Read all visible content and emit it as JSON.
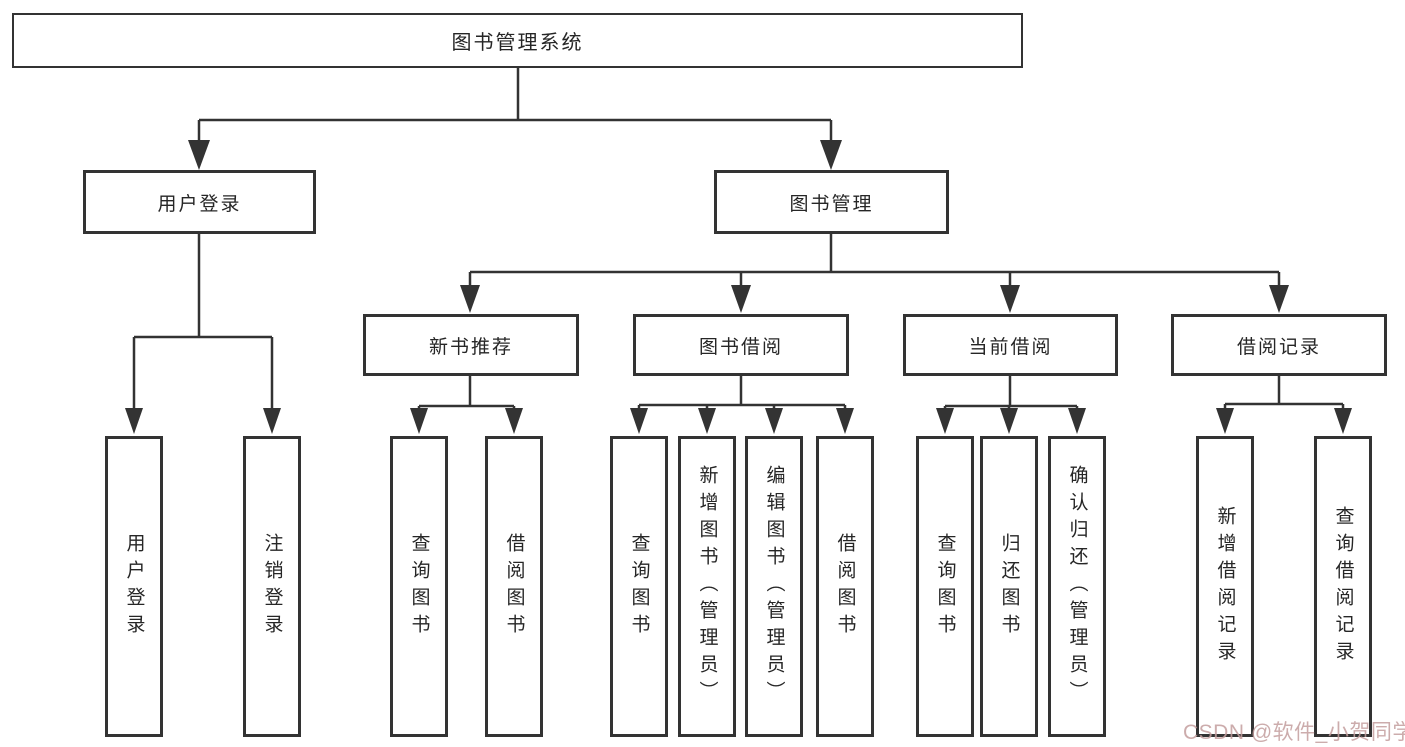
{
  "colors": {
    "line": "#333333",
    "text": "#262626",
    "background": "#ffffff",
    "watermark": "#c49e9e"
  },
  "tree": {
    "root": {
      "label": "图书管理系统",
      "children": [
        {
          "label": "用户登录",
          "children": [
            {
              "label": "用户登录"
            },
            {
              "label": "注销登录"
            }
          ]
        },
        {
          "label": "图书管理",
          "children": [
            {
              "label": "新书推荐",
              "children": [
                {
                  "label": "查询图书"
                },
                {
                  "label": "借阅图书"
                }
              ]
            },
            {
              "label": "图书借阅",
              "children": [
                {
                  "label": "查询图书"
                },
                {
                  "label": "新增图书（管理员）"
                },
                {
                  "label": "编辑图书（管理员）"
                },
                {
                  "label": "借阅图书"
                }
              ]
            },
            {
              "label": "当前借阅",
              "children": [
                {
                  "label": "查询图书"
                },
                {
                  "label": "归还图书"
                },
                {
                  "label": "确认归还（管理员）"
                }
              ]
            },
            {
              "label": "借阅记录",
              "children": [
                {
                  "label": "新增借阅记录"
                },
                {
                  "label": "查询借阅记录"
                }
              ]
            }
          ]
        }
      ]
    }
  },
  "watermark": {
    "text": "CSDN @软件_小贺同学"
  }
}
